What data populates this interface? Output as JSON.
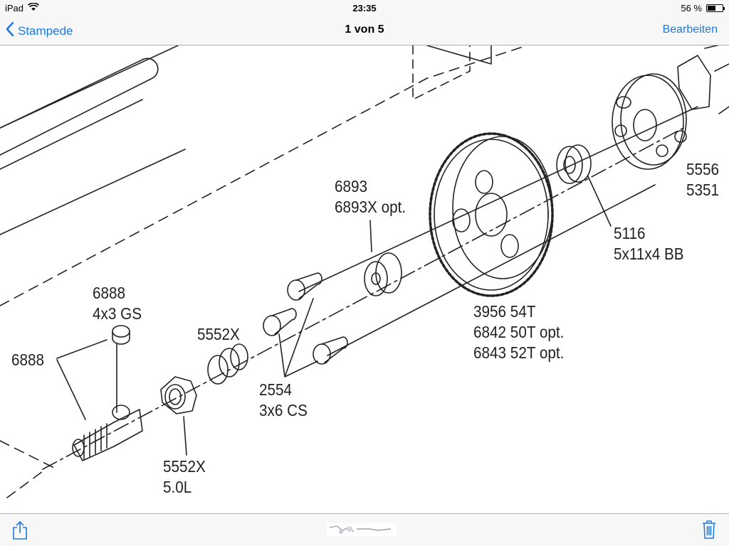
{
  "status_bar": {
    "device": "iPad",
    "time": "23:35",
    "battery_text": "56 %",
    "battery_level": 0.56
  },
  "nav": {
    "back_label": "Stampede",
    "title": "1 von 5",
    "edit_label": "Bearbeiten"
  },
  "diagram": {
    "labels": [
      {
        "id": "6893",
        "text": "6893\n6893X opt."
      },
      {
        "id": "6888-top",
        "text": "6888\n4x3 GS"
      },
      {
        "id": "6888-left",
        "text": "6888"
      },
      {
        "id": "5552X-top",
        "text": "5552X"
      },
      {
        "id": "2554",
        "text": "2554\n3x6 CS"
      },
      {
        "id": "5552X-bottom",
        "text": "5552X\n5.0L"
      },
      {
        "id": "3956",
        "text": "3956 54T\n6842 50T opt.\n6843 52T opt."
      },
      {
        "id": "5116",
        "text": "5116\n5x11x4 BB"
      },
      {
        "id": "5556",
        "text": "5556\n5351"
      }
    ]
  },
  "colors": {
    "accent": "#1f7ae0",
    "bar_bg": "#f7f7f8",
    "line": "#222222"
  },
  "icons": {
    "wifi": "wifi-icon",
    "share": "share-icon",
    "trash": "trash-icon",
    "back": "chevron-left-icon"
  }
}
